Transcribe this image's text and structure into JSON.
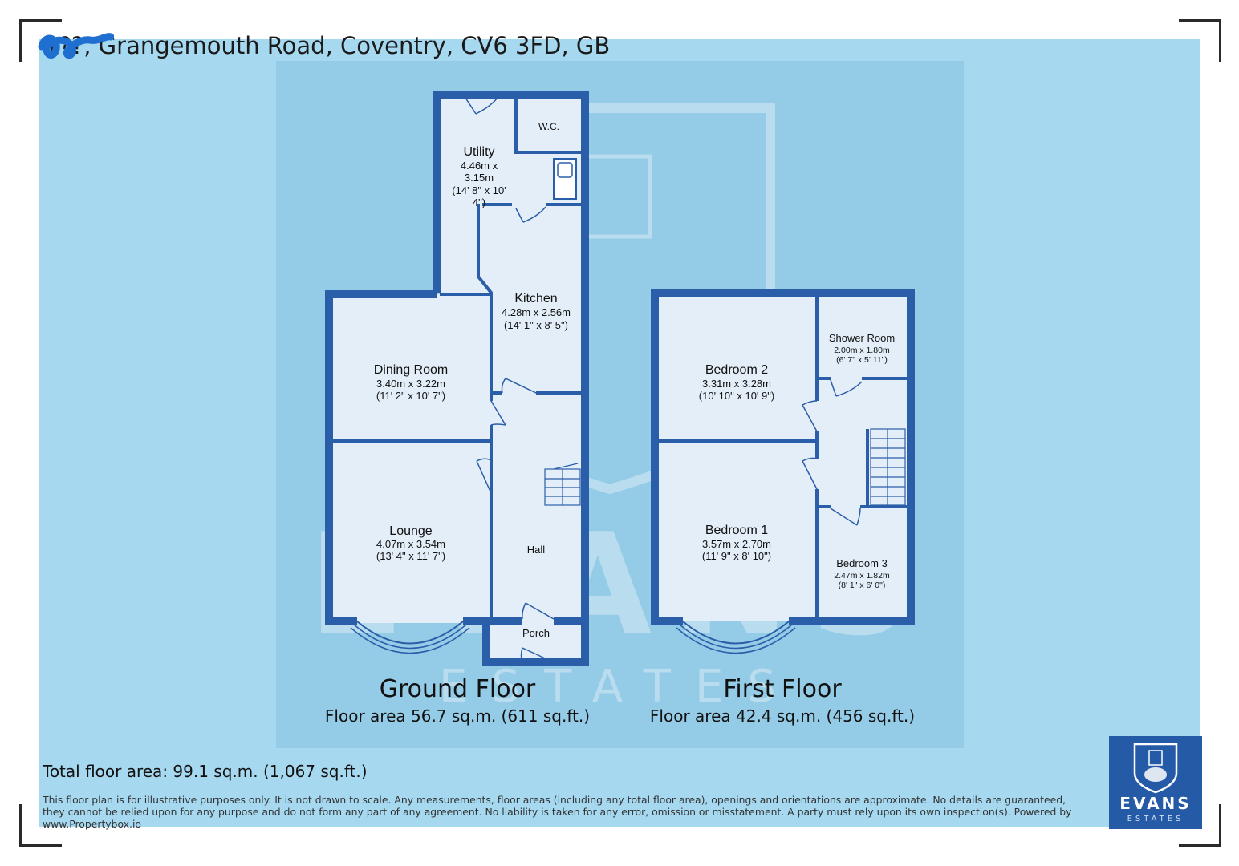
{
  "header": {
    "address": "1??, Grangemouth Road, Coventry, CV6 3FD, GB"
  },
  "watermark": {
    "word": "EVANS",
    "sub": "ESTATES"
  },
  "ground_floor": {
    "title": "Ground Floor",
    "area": "Floor area 56.7 sq.m. (611 sq.ft.)",
    "rooms": {
      "wc": {
        "name": "W.C."
      },
      "utility": {
        "name": "Utility",
        "l1": "4.46m x",
        "l2": "3.15m",
        "l3": "(14' 8\" x 10'",
        "l4": "4\")"
      },
      "kitchen": {
        "name": "Kitchen",
        "metric": "4.28m x 2.56m",
        "imperial": "(14' 1\" x 8' 5\")"
      },
      "dining": {
        "name": "Dining Room",
        "metric": "3.40m x 3.22m",
        "imperial": "(11' 2\" x 10' 7\")"
      },
      "lounge": {
        "name": "Lounge",
        "metric": "4.07m x 3.54m",
        "imperial": "(13' 4\" x 11' 7\")"
      },
      "hall": {
        "name": "Hall"
      },
      "porch": {
        "name": "Porch"
      }
    }
  },
  "first_floor": {
    "title": "First Floor",
    "area": "Floor area 42.4 sq.m. (456 sq.ft.)",
    "rooms": {
      "shower": {
        "name": "Shower Room",
        "metric": "2.00m x 1.80m",
        "imperial": "(6' 7\" x 5' 11\")"
      },
      "bed2": {
        "name": "Bedroom 2",
        "metric": "3.31m x 3.28m",
        "imperial": "(10' 10\" x 10' 9\")"
      },
      "bed1": {
        "name": "Bedroom 1",
        "metric": "3.57m x 2.70m",
        "imperial": "(11' 9\" x 8' 10\")"
      },
      "bed3": {
        "name": "Bedroom 3",
        "metric": "2.47m x 1.82m",
        "imperial": "(8' 1\" x 6' 0\")"
      }
    }
  },
  "footer": {
    "total": "Total floor area: 99.1 sq.m. (1,067 sq.ft.)",
    "disclaimer": "This floor plan is for illustrative purposes only. It is not drawn to scale. Any measurements, floor areas (including any total floor area), openings and orientations are approximate. No details are guaranteed, they cannot be relied upon for any purpose and do not form any part of any agreement. No liability is taken for any error, omission or misstatement. A party must rely upon its own inspection(s). Powered by www.Propertybox.io"
  },
  "logo": {
    "word": "EVANS",
    "sub": "ESTATES"
  },
  "colors": {
    "wall": "#2b5ea8",
    "room_fill": "#e3eef8",
    "panel": "#a6d8ef",
    "inner_panel": "#94cbe6",
    "logo_bg": "#255aa6"
  }
}
